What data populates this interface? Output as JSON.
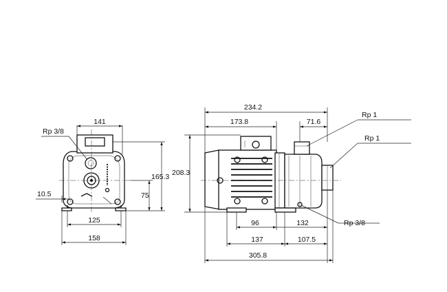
{
  "front_view": {
    "width_top": "141",
    "conn_label": "Rp 3/8",
    "height_total": "165.3",
    "shaft_height": "75",
    "foot_edge": "10.5",
    "foot_holes": "125",
    "foot_width": "158"
  },
  "side_view": {
    "length_top": "234.2",
    "motor_length": "173.8",
    "suction_offset": "71.6",
    "height_total": "208.3",
    "inlet_label": "Rp 1",
    "outlet_label": "Rp 1",
    "drain_label": "Rp 3/8",
    "foot_holes": "96",
    "foot_to_outlet": "132",
    "foot_span": "137",
    "outlet_dist": "107.5",
    "total_length": "305.8"
  }
}
